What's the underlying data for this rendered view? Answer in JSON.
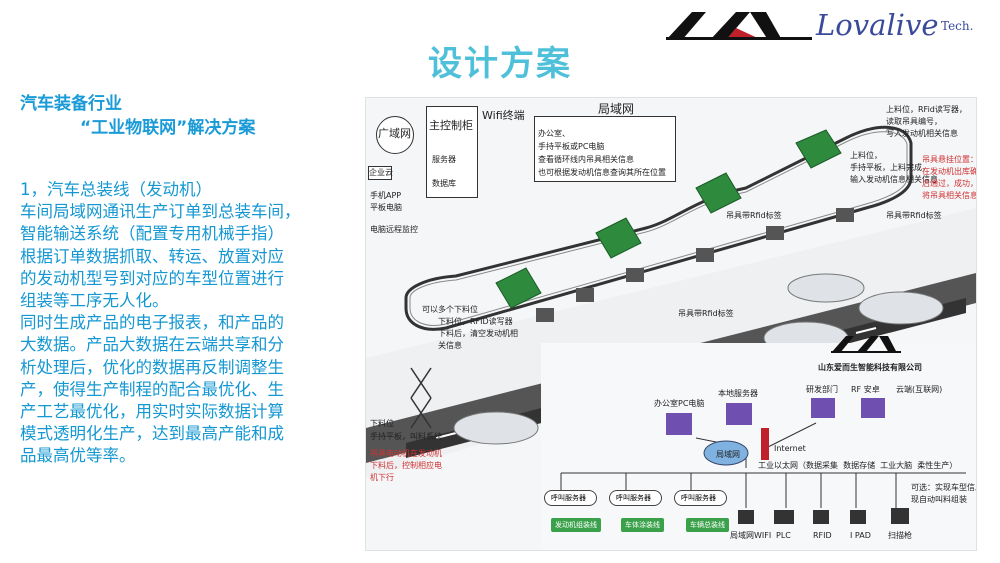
{
  "header": {
    "brand": "Lovalive",
    "brand_suffix": "Tech."
  },
  "slide": {
    "title": "设计方案",
    "heading_line1": "汽车装备行业",
    "heading_line2": "“工业物联网”解决方案",
    "body_lines": [
      "1，汽车总装线（发动机）",
      "车间局域网通讯生产订单到总装车间，",
      "智能输送系统（配置专用机械手指）",
      "根据订单数据抓取、转运、放置对应",
      "的发动机型号到对应的车型位置进行",
      "组装等工序无人化。",
      "同时生成产品的电子报表，和产品的",
      "大数据。产品大数据在云端共享和分",
      "析处理后，优化的数据再反制调整生",
      "产，使得生产制程的配合最优化、生",
      "产工艺最优化，用实时实际数据计算",
      "模式透明化生产，达到最高产能和成",
      "品最高优等率。"
    ]
  },
  "diagram": {
    "wan": "广域网",
    "main_ctrl": "主控制柜",
    "wifi": "Wifi终端",
    "lan": "局域网",
    "server": "服务器",
    "database": "数据库",
    "enterprise_cloud": "企业云",
    "phone_app": "手机APP",
    "tablet": "平板电脑",
    "remote_monitor": "电脑远程监控",
    "lan_lines": [
      "办公室、",
      "手持平板或PC电脑",
      "查看循环线内吊具相关信息",
      "也可根据发动机信息查询其所在位置"
    ],
    "load_station": [
      "上料位，RFid读写器，",
      "读取吊具编号，",
      "写入发动机相关信息"
    ],
    "load_station2": [
      "上料位，",
      "手持平板，上料完成，",
      "输入发动机信息相关信息"
    ],
    "red_note_right": [
      "吊具悬挂位置：可",
      "在发动机出库确认",
      "后通过，成功，",
      "将吊具相关信息"
    ],
    "unload_station": [
      "可以多个下料位",
      "下料位，RFID读写器",
      "下料后，清空发动机相",
      "关信息"
    ],
    "unload_station2": [
      "下料位",
      "手持平板，叫料系统"
    ],
    "red_note_left": [
      "吊具电动机在发动机",
      "下料后，控制相应电",
      "机下行"
    ],
    "hanger_label": "吊具带Rfid标签",
    "company": "山东爱而生智能科技有限公司",
    "office_pc": "办公室PC电脑",
    "local_server": "本地服务器",
    "rd_office": "研发部门",
    "rf_office": "RF 安卓",
    "cloud_backup": "云端(互联网)",
    "internet": "Internet",
    "lan_box": "局域网",
    "bus_line": "工业以太网（数据采集  数据存储  工业大脑  柔性生产）",
    "switch_labels": [
      "呼叫服务器",
      "呼叫服务器",
      "呼叫服务器"
    ],
    "line_buttons": [
      "发动机组装线",
      "车体涂装线",
      "车辆总装线"
    ],
    "devices": [
      "局域网WIFI",
      "PLC",
      "RFID",
      "I PAD",
      "扫描枪"
    ],
    "bottom_right_note": [
      "可选：实现车型信息、实",
      "现自动叫料组装"
    ]
  }
}
